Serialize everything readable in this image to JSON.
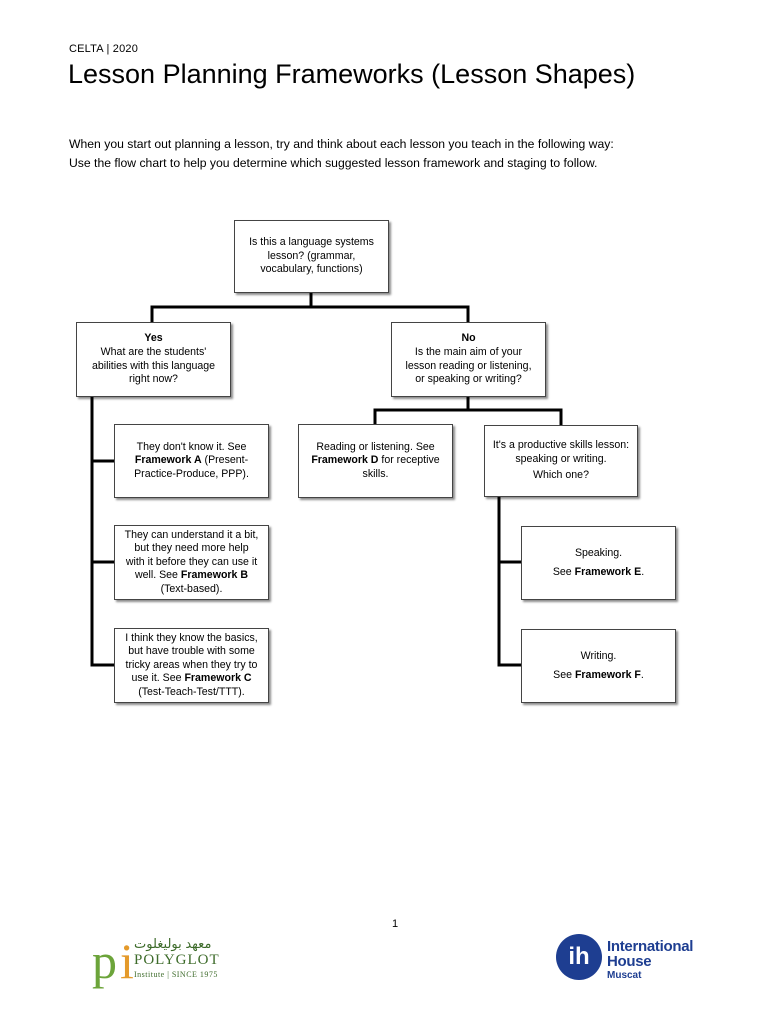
{
  "header": {
    "label": "CELTA | 2020",
    "title": "Lesson Planning Frameworks (Lesson Shapes)"
  },
  "intro": {
    "line1": "When you start out planning a lesson, try and think about each lesson you teach in the following way:",
    "line2": "Use the flow chart to help you determine which suggested lesson framework and staging to follow."
  },
  "flowchart": {
    "root": {
      "l1": "Is this a language systems",
      "l2": "lesson? (grammar,",
      "l3": "vocabulary, functions)"
    },
    "yes": {
      "head": "Yes",
      "l1": "What are the students'",
      "l2": "abilities with this language",
      "l3": "right now?"
    },
    "no": {
      "head": "No",
      "l1": "Is the main aim of your",
      "l2": "lesson reading or listening,",
      "l3": "or speaking or writing?"
    },
    "framework_a": {
      "l1": "They don't know it.  See",
      "bold": "Framework A",
      "l2_rest": " (Present-",
      "l3": "Practice-Produce, PPP)."
    },
    "framework_b": {
      "l1": "They can understand it a bit,",
      "l2": "but they need more help",
      "l3": "with it before they can use it",
      "l4_pre": "well.  See ",
      "bold": "Framework B",
      "l5": "(Text-based)."
    },
    "framework_c": {
      "l1": "I think they know the basics,",
      "l2": "but have trouble with some",
      "l3": "tricky areas when they try to",
      "l4_pre": "use it.  See ",
      "bold": "Framework C",
      "l5": "(Test-Teach-Test/TTT)."
    },
    "framework_d": {
      "l1": "Reading or listening.  See",
      "bold": "Framework D",
      "l2_rest": " for receptive",
      "l3": "skills."
    },
    "productive": {
      "l1": "It's a productive skills lesson:",
      "l2": "speaking or writing.",
      "l3": "Which one?"
    },
    "framework_e": {
      "l1": "Speaking.",
      "pre": "See ",
      "bold": "Framework E",
      "post": "."
    },
    "framework_f": {
      "l1": "Writing.",
      "pre": "See ",
      "bold": "Framework F",
      "post": "."
    }
  },
  "page_number": "1",
  "logos": {
    "polyglot": {
      "mark_p": "p",
      "mark_i": "i",
      "arabic": "معهد بوليغلوت",
      "name": "POLYGLOT",
      "sub": "Institute  |  SINCE 1975"
    },
    "ih": {
      "mark": "ih",
      "name_line1": "International",
      "name_line2": "House",
      "city": "Muscat"
    }
  }
}
